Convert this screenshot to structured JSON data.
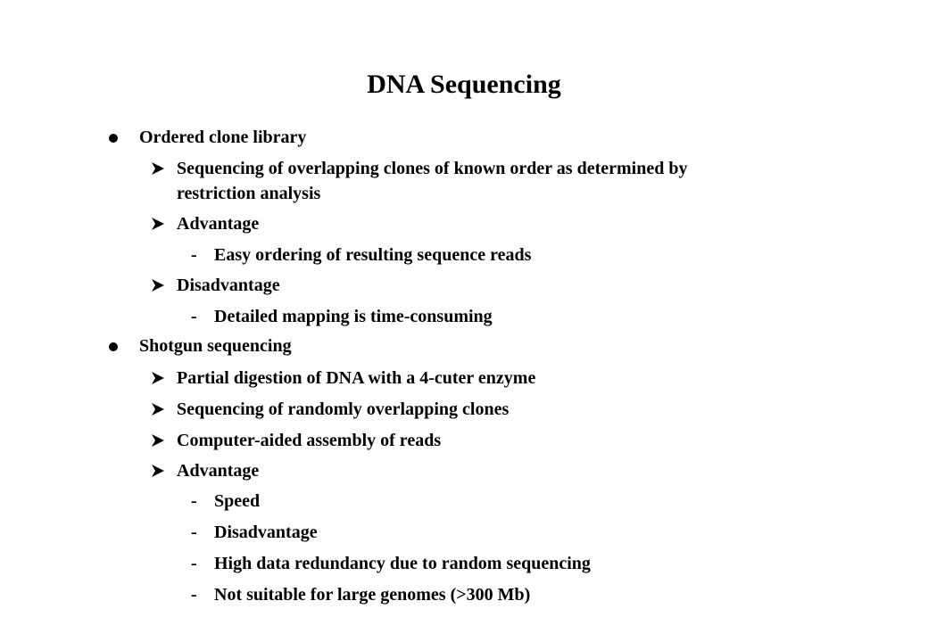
{
  "slide": {
    "title": "DNA Sequencing",
    "items": [
      {
        "level": 1,
        "text": "Ordered clone library"
      },
      {
        "level": 2,
        "text": "Sequencing of overlapping clones of known order as determined by",
        "cont": "restriction analysis"
      },
      {
        "level": 2,
        "text": "Advantage"
      },
      {
        "level": 3,
        "text": "Easy ordering of resulting sequence reads"
      },
      {
        "level": 2,
        "text": "Disadvantage"
      },
      {
        "level": 3,
        "text": "Detailed mapping is time-consuming"
      },
      {
        "level": 1,
        "text": "Shotgun sequencing"
      },
      {
        "level": 2,
        "text": "Partial digestion of DNA with a 4-cuter enzyme"
      },
      {
        "level": 2,
        "text": "Sequencing of randomly overlapping clones"
      },
      {
        "level": 2,
        "text": "Computer-aided assembly of reads"
      },
      {
        "level": 2,
        "text": "Advantage"
      },
      {
        "level": 3,
        "text": "Speed"
      },
      {
        "level": 3,
        "text": "Disadvantage"
      },
      {
        "level": 3,
        "text": "High data redundancy due to random sequencing"
      },
      {
        "level": 3,
        "text": "Not suitable for large genomes (>300 Mb)"
      }
    ],
    "dash_glyph": "-",
    "icons": {
      "level1": "bullet-dot-icon",
      "level2": "arrow-bullet-icon"
    }
  }
}
